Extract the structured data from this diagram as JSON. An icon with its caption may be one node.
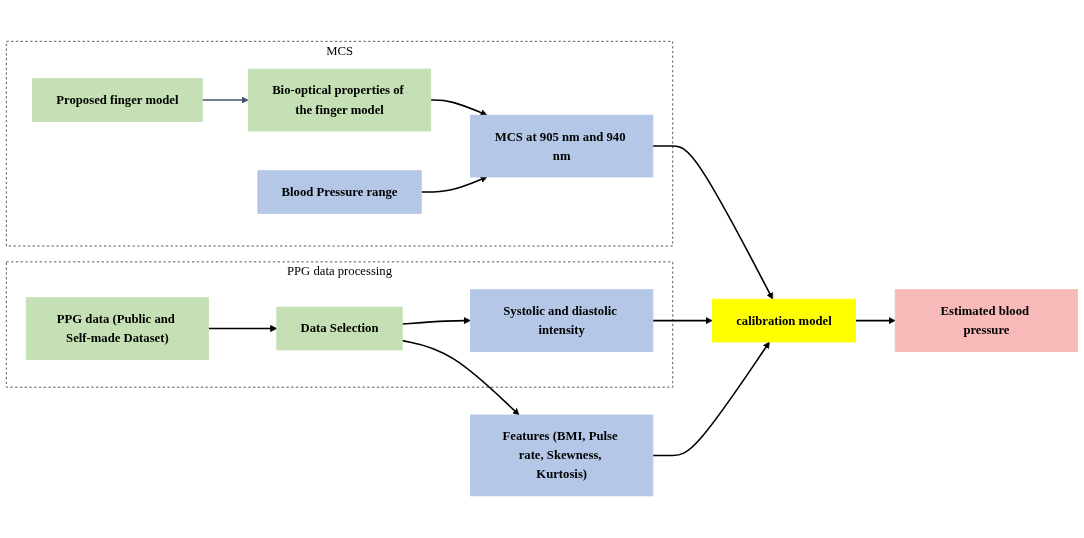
{
  "diagram": {
    "nodes": [
      {
        "text": [
          "MCS"
        ]
      },
      {
        "text": [
          "Proposed finger model"
        ],
        "in": 0
      },
      {
        "text": [
          "Bio-optical properties of the finger model"
        ],
        "in": 0
      },
      {
        "text": [
          "Blood Pressure range"
        ],
        "in": 0
      },
      {
        "text": [
          "MCS at 905 nm and 940 nm"
        ],
        "in": 0
      },
      {
        "text": [
          "PPG data processing"
        ]
      },
      {
        "text": [
          "PPG data (Public and Self-made Dataset)"
        ],
        "in": 5
      },
      {
        "text": [
          "Data Selection"
        ],
        "in": 5
      },
      {
        "text": [
          "Systolic and diastolic intensity"
        ],
        "in": 5
      },
      {
        "text": [
          "Features (BMI, Pulse rate, Skewness, Kurtosis)"
        ]
      },
      {
        "text": [
          "calibration model"
        ]
      },
      {
        "text": [
          "Estimated blood pressure"
        ]
      }
    ],
    "edges": [
      {
        "from": 1,
        "to": 2,
        "arrow": "to",
        "color": "#44546a"
      },
      {
        "from": 2,
        "to": 4,
        "arrow": "to"
      },
      {
        "from": 3,
        "to": 4,
        "arrow": "to"
      },
      {
        "from": 4,
        "to": 10,
        "arrow": "to"
      },
      {
        "from": 10,
        "to": 11,
        "arrow": "to"
      },
      {
        "from": 6,
        "to": 7,
        "arrow": "to"
      },
      {
        "from": 7,
        "to": 8,
        "arrow": "to"
      },
      {
        "from": 8,
        "to": 10,
        "arrow": "to"
      },
      {
        "from": 9,
        "to": 10,
        "arrow": "to"
      },
      {
        "from": 7,
        "to": 9,
        "arrow": "to"
      }
    ]
  }
}
